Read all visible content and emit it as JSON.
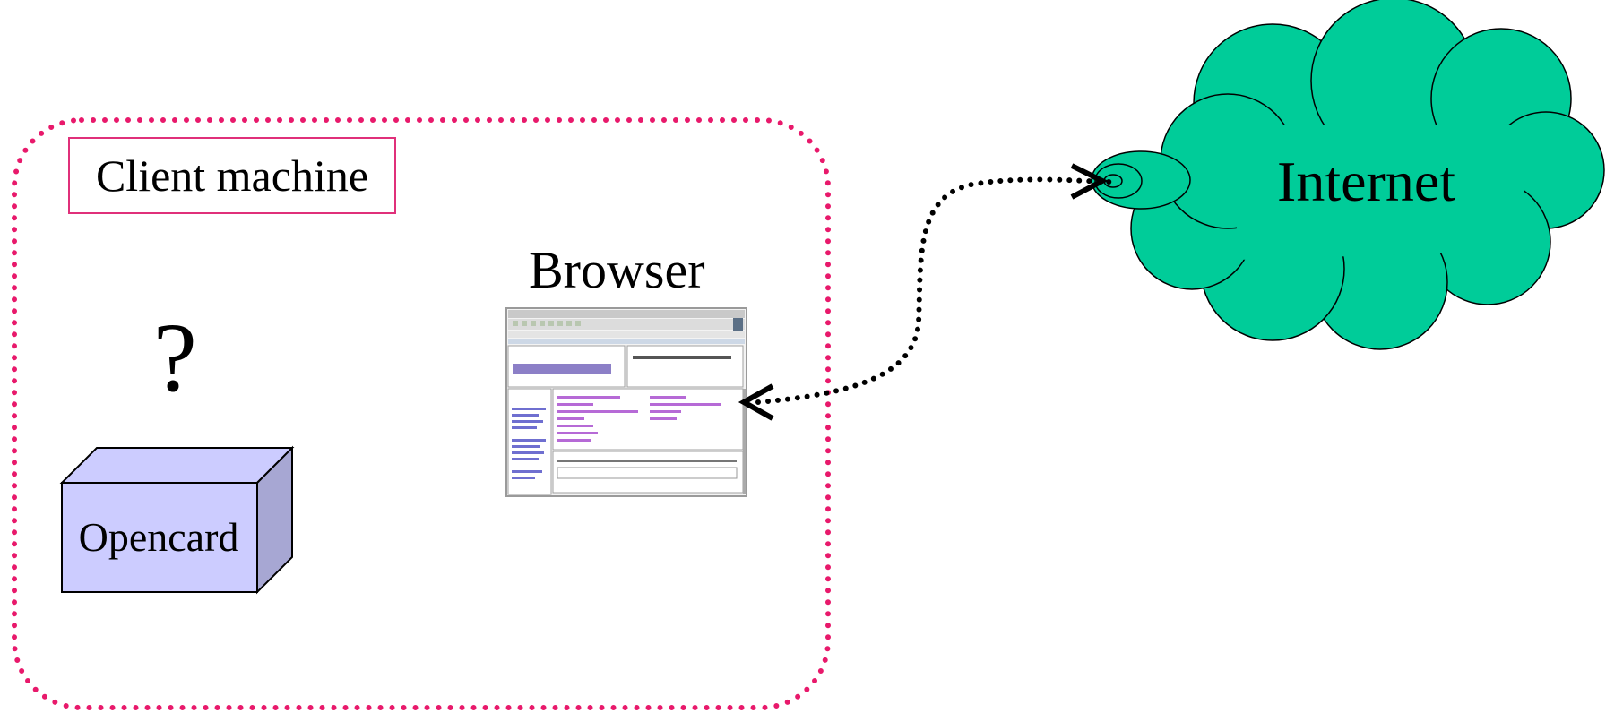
{
  "diagram": {
    "client_box": {
      "label": "Client machine",
      "border_color": "#e8196b"
    },
    "browser": {
      "label": "Browser"
    },
    "question": {
      "text": "?"
    },
    "opencard": {
      "label": "Opencard",
      "fill": "#ccccff",
      "side_fill": "#a7a7d3"
    },
    "cloud": {
      "label": "Internet",
      "fill": "#00cc99"
    },
    "connector": {
      "style": "dotted",
      "direction": "bidirectional",
      "color": "#000000"
    }
  }
}
